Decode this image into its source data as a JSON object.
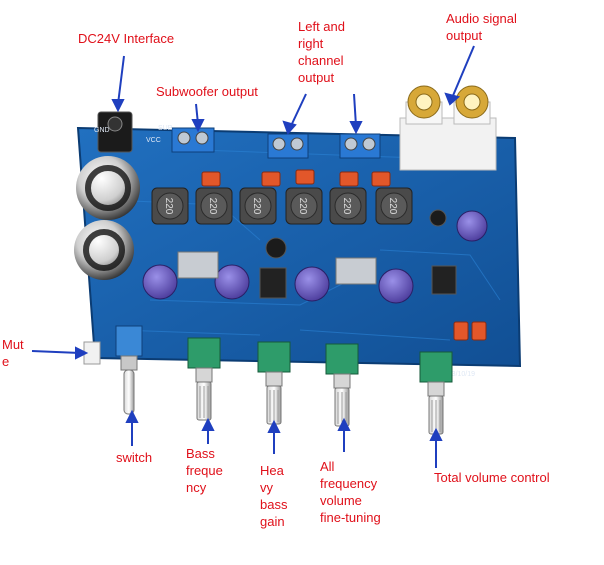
{
  "labels": {
    "dc24v": "DC24V Interface",
    "subwoofer": "Subwoofer output",
    "left_right": [
      "Left and",
      "right",
      "channel",
      "output"
    ],
    "audio_signal": [
      "Audio signal",
      "output"
    ],
    "mute": [
      "Mut",
      "e"
    ],
    "switch": "switch",
    "bass_frequency": [
      "Bass",
      "freque",
      "ncy"
    ],
    "heavy_bass": [
      "Hea",
      "vy",
      "bass",
      "gain"
    ],
    "all_frequency": [
      "All",
      "frequency",
      "volume",
      "fine-tuning"
    ],
    "total_volume": "Total volume control"
  },
  "board_silkscreen": {
    "inductors": [
      "220",
      "220",
      "220",
      "220",
      "220",
      "220"
    ],
    "date": "2013/10/19",
    "sub_label": "SUB",
    "vcc_label": "VCC",
    "gnd_label": "GND"
  },
  "colors": {
    "annotation": "#e0101a",
    "arrow": "#1f3fbf",
    "pcb": "#1a63b0",
    "pcb_dark": "#0f4a8c",
    "knob_green": "#2e9c6a",
    "terminal_blue": "#2a79d4",
    "inductor": "#4a4a4a",
    "cap_purple": "#6a5cc4"
  }
}
